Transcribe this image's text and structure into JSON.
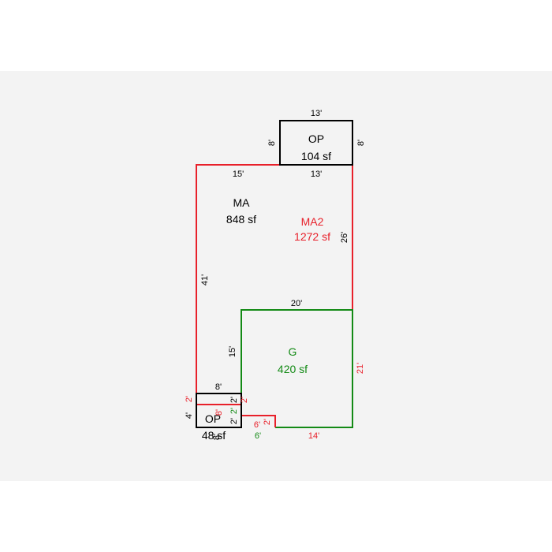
{
  "colors": {
    "background": "#f3f3f3",
    "black": "#000000",
    "red": "#e8202a",
    "green": "#138a15"
  },
  "areas": {
    "op_top": {
      "name": "OP",
      "size": "104 sf"
    },
    "ma": {
      "name": "MA",
      "size": "848 sf"
    },
    "ma2": {
      "name": "MA2",
      "size": "1272 sf"
    },
    "garage": {
      "name": "G",
      "size": "420 sf"
    },
    "op_bottom": {
      "name": "OP",
      "size": "48 sf"
    }
  },
  "dimensions": {
    "op_top_top": "13'",
    "op_top_bottom": "13'",
    "op_top_left": "8'",
    "op_top_right": "8'",
    "ma_top": "15'",
    "ma_left": "41'",
    "ma2_right": "26'",
    "garage_top": "20'",
    "garage_left": "15'",
    "garage_right": "21'",
    "garage_bottom": "14'",
    "notch_bottom": "6'",
    "notch_right": "2'",
    "op_bottom_top": "8'",
    "op_bottom_left": "4'",
    "red_left_2": "2'",
    "red_strip_top": "8'",
    "strip_right_red": "2'",
    "strip_right_green": "2'",
    "strip_right_black_upper": "2'",
    "strip_right_black_lower": "2'",
    "op_bottom_bottom": "8'",
    "garage_bottom_green": "6'"
  }
}
